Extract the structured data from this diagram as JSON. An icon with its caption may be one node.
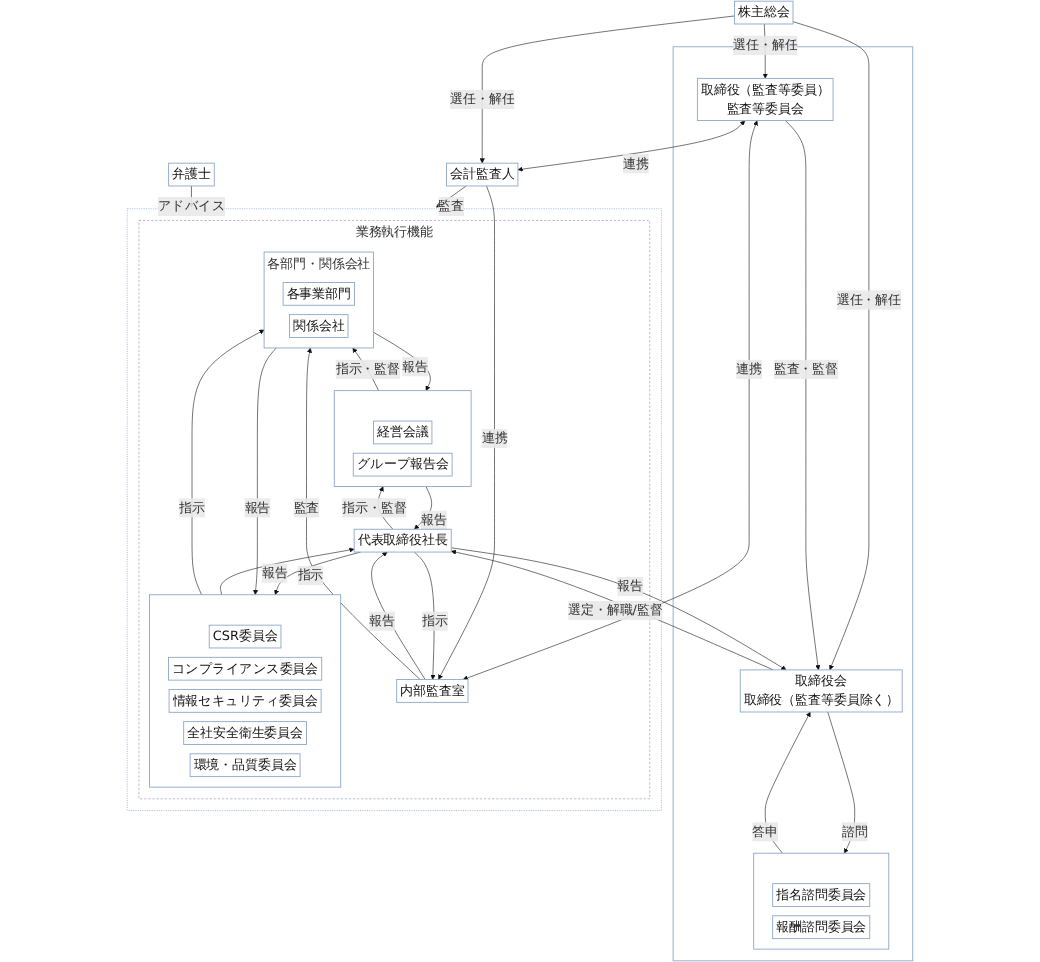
{
  "diagram": {
    "nodes": [
      {
        "text": [
          "株主総会"
        ]
      },
      {
        "text": [],
        "shape": "box"
      },
      {
        "text": [
          "取締役会",
          "取締役（監査等委員除く）"
        ],
        "in": 1
      },
      {
        "text": [
          "取締役（監査等委員）",
          "監査等委員会"
        ],
        "in": 1
      },
      {
        "text": [],
        "shape": "box",
        "in": 1
      },
      {
        "text": [
          "指名諮問委員会"
        ],
        "in": 4
      },
      {
        "text": [
          "報酬諮問委員会"
        ],
        "in": 4
      },
      {
        "text": [
          "会計監査人"
        ]
      },
      {
        "text": [],
        "shape": "box"
      },
      {
        "text": [
          "業務執行機能"
        ],
        "in": 8
      },
      {
        "text": [
          "代表取締役社長"
        ],
        "in": 9
      },
      {
        "text": [
          "内部監査室"
        ],
        "in": 9
      },
      {
        "text": [],
        "shape": "box",
        "in": 9
      },
      {
        "text": [
          "経営会議"
        ],
        "in": 12
      },
      {
        "text": [
          "グループ報告会"
        ],
        "in": 12
      },
      {
        "text": [],
        "shape": "box",
        "in": 9
      },
      {
        "text": [
          "CSR委員会"
        ],
        "in": 15
      },
      {
        "text": [
          "コンプライアンス委員会"
        ],
        "in": 15
      },
      {
        "text": [
          "情報セキュリティ委員会"
        ],
        "in": 15
      },
      {
        "text": [
          "全社安全衛生委員会"
        ],
        "in": 15
      },
      {
        "text": [
          "環境・品質委員会"
        ],
        "in": 15
      },
      {
        "text": [
          "各部門・関係会社"
        ],
        "in": 9
      },
      {
        "text": [
          "各事業部門"
        ],
        "in": 21
      },
      {
        "text": [
          "関係会社"
        ],
        "in": 21
      },
      {
        "text": [
          "弁護士"
        ]
      }
    ],
    "edges": [
      {
        "from": 0,
        "to": 2,
        "arrow": "to",
        "label": "選任・解任"
      },
      {
        "from": 0,
        "to": 3,
        "arrow": "to",
        "label": "選任・解任"
      },
      {
        "from": 0,
        "to": 7,
        "arrow": "to",
        "label": "選任・解任"
      },
      {
        "from": 3,
        "to": 2,
        "arrow": "to",
        "label": "監査・監督"
      },
      {
        "from": 3,
        "to": 7,
        "arrow": "both",
        "label": "連携"
      },
      {
        "from": 2,
        "to": 4,
        "arrow": "to",
        "label": "諮問"
      },
      {
        "from": 4,
        "to": 2,
        "arrow": "to",
        "label": "答申"
      },
      {
        "from": 2,
        "to": 10,
        "arrow": "to",
        "label": "選定・解職/監督"
      },
      {
        "from": 10,
        "to": 2,
        "arrow": "to",
        "label": "報告"
      },
      {
        "from": 3,
        "to": 11,
        "arrow": "both",
        "label": "連携"
      },
      {
        "from": 7,
        "to": 11,
        "arrow": "to",
        "label": "連携"
      },
      {
        "from": 10,
        "to": 11,
        "arrow": "to",
        "label": "指示"
      },
      {
        "from": 11,
        "to": 10,
        "arrow": "to",
        "label": "報告"
      },
      {
        "from": 10,
        "to": 12,
        "arrow": "to",
        "label": "指示・監督"
      },
      {
        "from": 12,
        "to": 10,
        "arrow": "to",
        "label": "報告"
      },
      {
        "from": 10,
        "to": 15,
        "arrow": "to",
        "label": "指示"
      },
      {
        "from": 15,
        "to": 10,
        "arrow": "to",
        "label": "報告"
      },
      {
        "from": 12,
        "to": 21,
        "arrow": "to",
        "label": "指示・監督"
      },
      {
        "from": 21,
        "to": 12,
        "arrow": "to",
        "label": "報告"
      },
      {
        "from": 15,
        "to": 21,
        "arrow": "to",
        "label": "指示"
      },
      {
        "from": 21,
        "to": 15,
        "arrow": "to",
        "label": "報告"
      },
      {
        "from": 11,
        "to": 21,
        "arrow": "to",
        "label": "監査"
      },
      {
        "from": 7,
        "to": 8,
        "arrow": "to",
        "label": "監査"
      },
      {
        "from": 24,
        "to": 8,
        "arrow": "to",
        "label": "アドバイス"
      }
    ]
  }
}
